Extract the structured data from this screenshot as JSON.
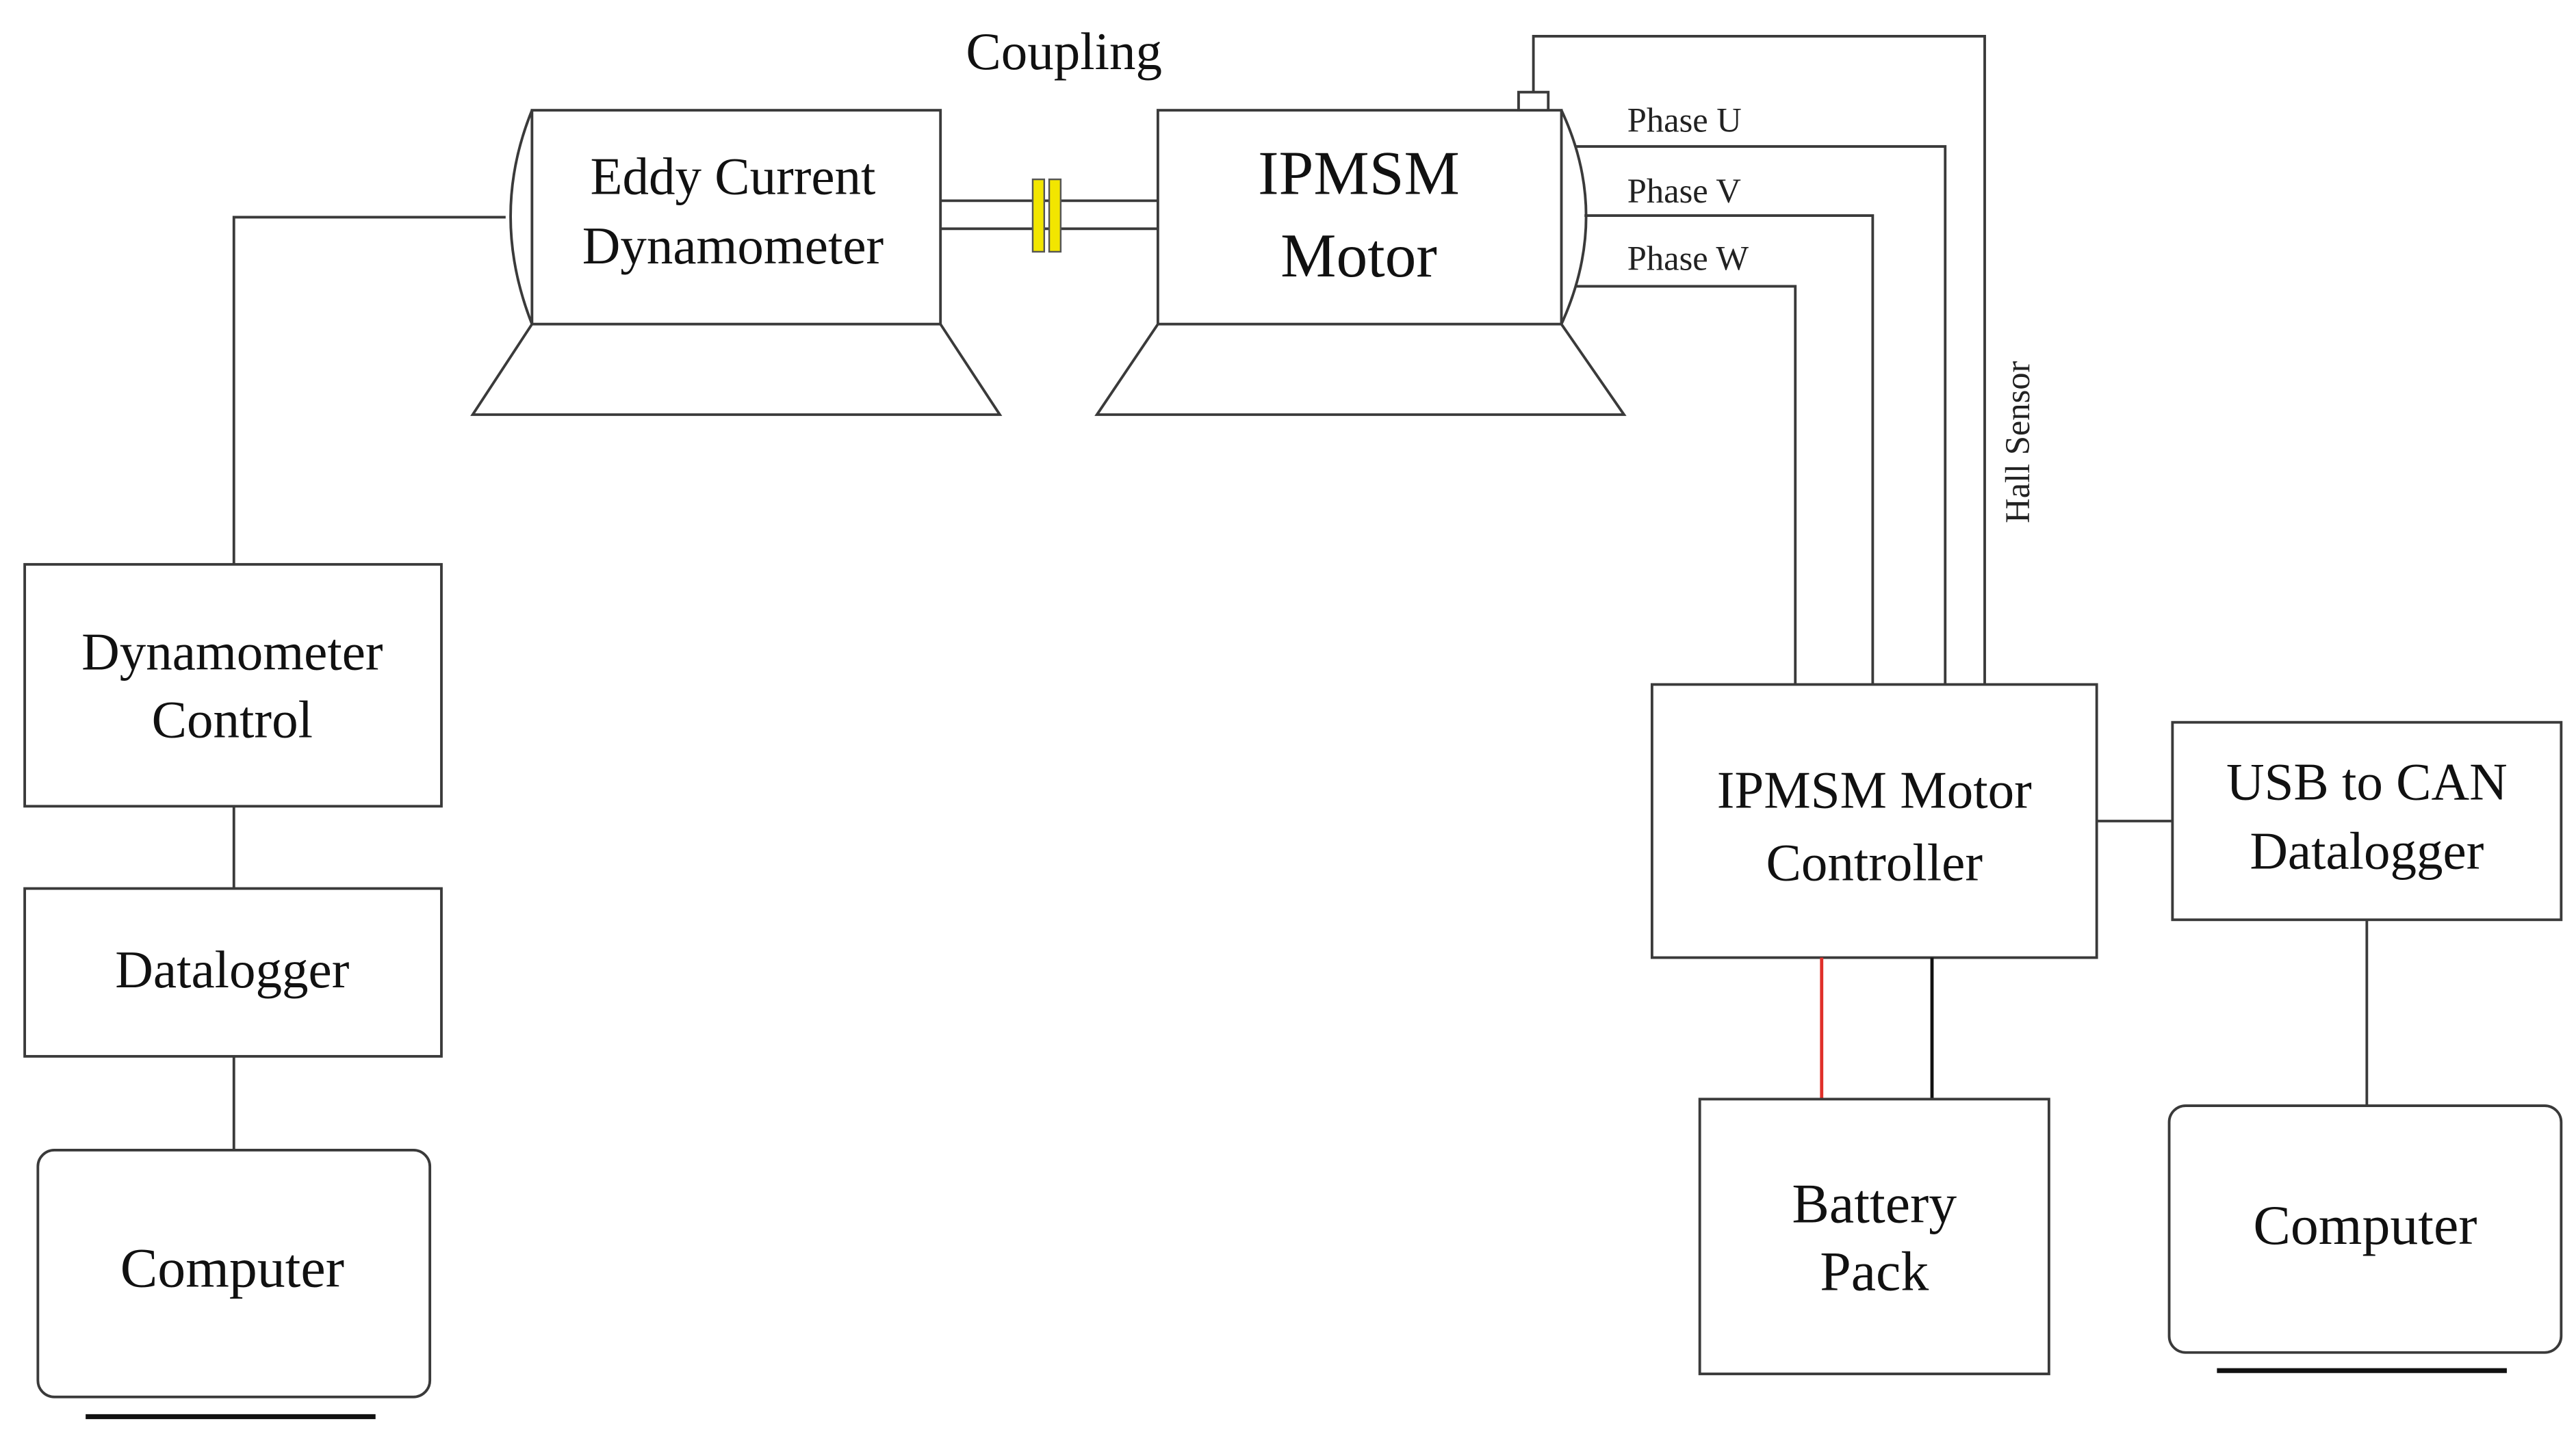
{
  "diagram": {
    "title_labels": {
      "coupling": "Coupling"
    },
    "blocks": {
      "eddy_current_dynamometer": [
        "Eddy Current",
        "Dynamometer"
      ],
      "ipmsm_motor": [
        "IPMSM",
        "Motor"
      ],
      "dynamometer_control": [
        "Dynamometer",
        "Control"
      ],
      "datalogger": [
        "Datalogger"
      ],
      "computer_left": [
        "Computer"
      ],
      "ipmsm_motor_controller": [
        "IPMSM Motor",
        "Controller"
      ],
      "usb_to_can_datalogger": [
        "USB to CAN",
        "Datalogger"
      ],
      "battery_pack": [
        "Battery",
        "Pack"
      ],
      "computer_right": [
        "Computer"
      ]
    },
    "wires": {
      "phase_u": "Phase U",
      "phase_v": "Phase V",
      "phase_w": "Phase W",
      "hall_sensor": "Hall Sensor"
    },
    "colors": {
      "coupling": "#f2e600",
      "battery_positive": "#e0302a",
      "battery_negative": "#111111",
      "line": "#3a3a3a"
    }
  }
}
